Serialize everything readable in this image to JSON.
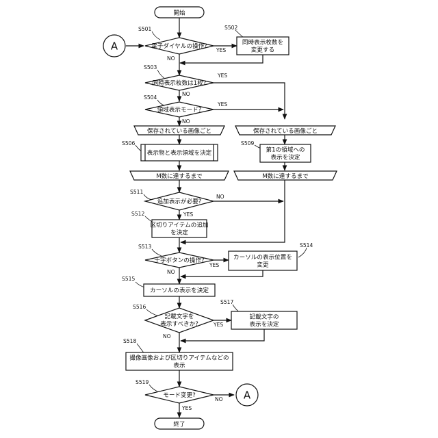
{
  "colors": {
    "stroke": "#111111",
    "background": "#ffffff"
  },
  "connector": "A",
  "nodes": {
    "start": "開始",
    "d501": "電子ダイヤルの操作?",
    "p502": [
      "同時表示枚数を",
      "変更する"
    ],
    "d503": "同時表示枚数は1枚?",
    "d504": "領域表示モード?",
    "loopL": "保存されている画像ごと",
    "loopR": "保存されている画像ごと",
    "p506": "表示物と表示領域を決定",
    "p509": [
      "第1の領域への",
      "表示を決定"
    ],
    "endL": "M数に達するまで",
    "endR": "M数に達するまで",
    "d511": "追加表示が必要?",
    "p512": [
      "区切りアイテムの追加",
      "を決定"
    ],
    "d513": "十字ボタンの操作?",
    "p514": [
      "カーソルの表示位置を",
      "変更"
    ],
    "p515": "カーソルの表示を決定",
    "d516": [
      "記載文字を",
      "表示すべきか?"
    ],
    "p517": [
      "記載文字の",
      "表示を決定"
    ],
    "p518": [
      "撮像画像および区切りアイテムなどの",
      "表示"
    ],
    "d519": "モード変更?",
    "end": "終了"
  },
  "steps": {
    "s501": "S501",
    "s502": "S502",
    "s503": "S503",
    "s504": "S504",
    "s506": "S506",
    "s509": "S509",
    "s511": "S511",
    "s512": "S512",
    "s513": "S513",
    "s514": "S514",
    "s515": "S515",
    "s516": "S516",
    "s517": "S517",
    "s518": "S518",
    "s519": "S519"
  },
  "labels": {
    "yes": "YES",
    "no": "NO"
  }
}
